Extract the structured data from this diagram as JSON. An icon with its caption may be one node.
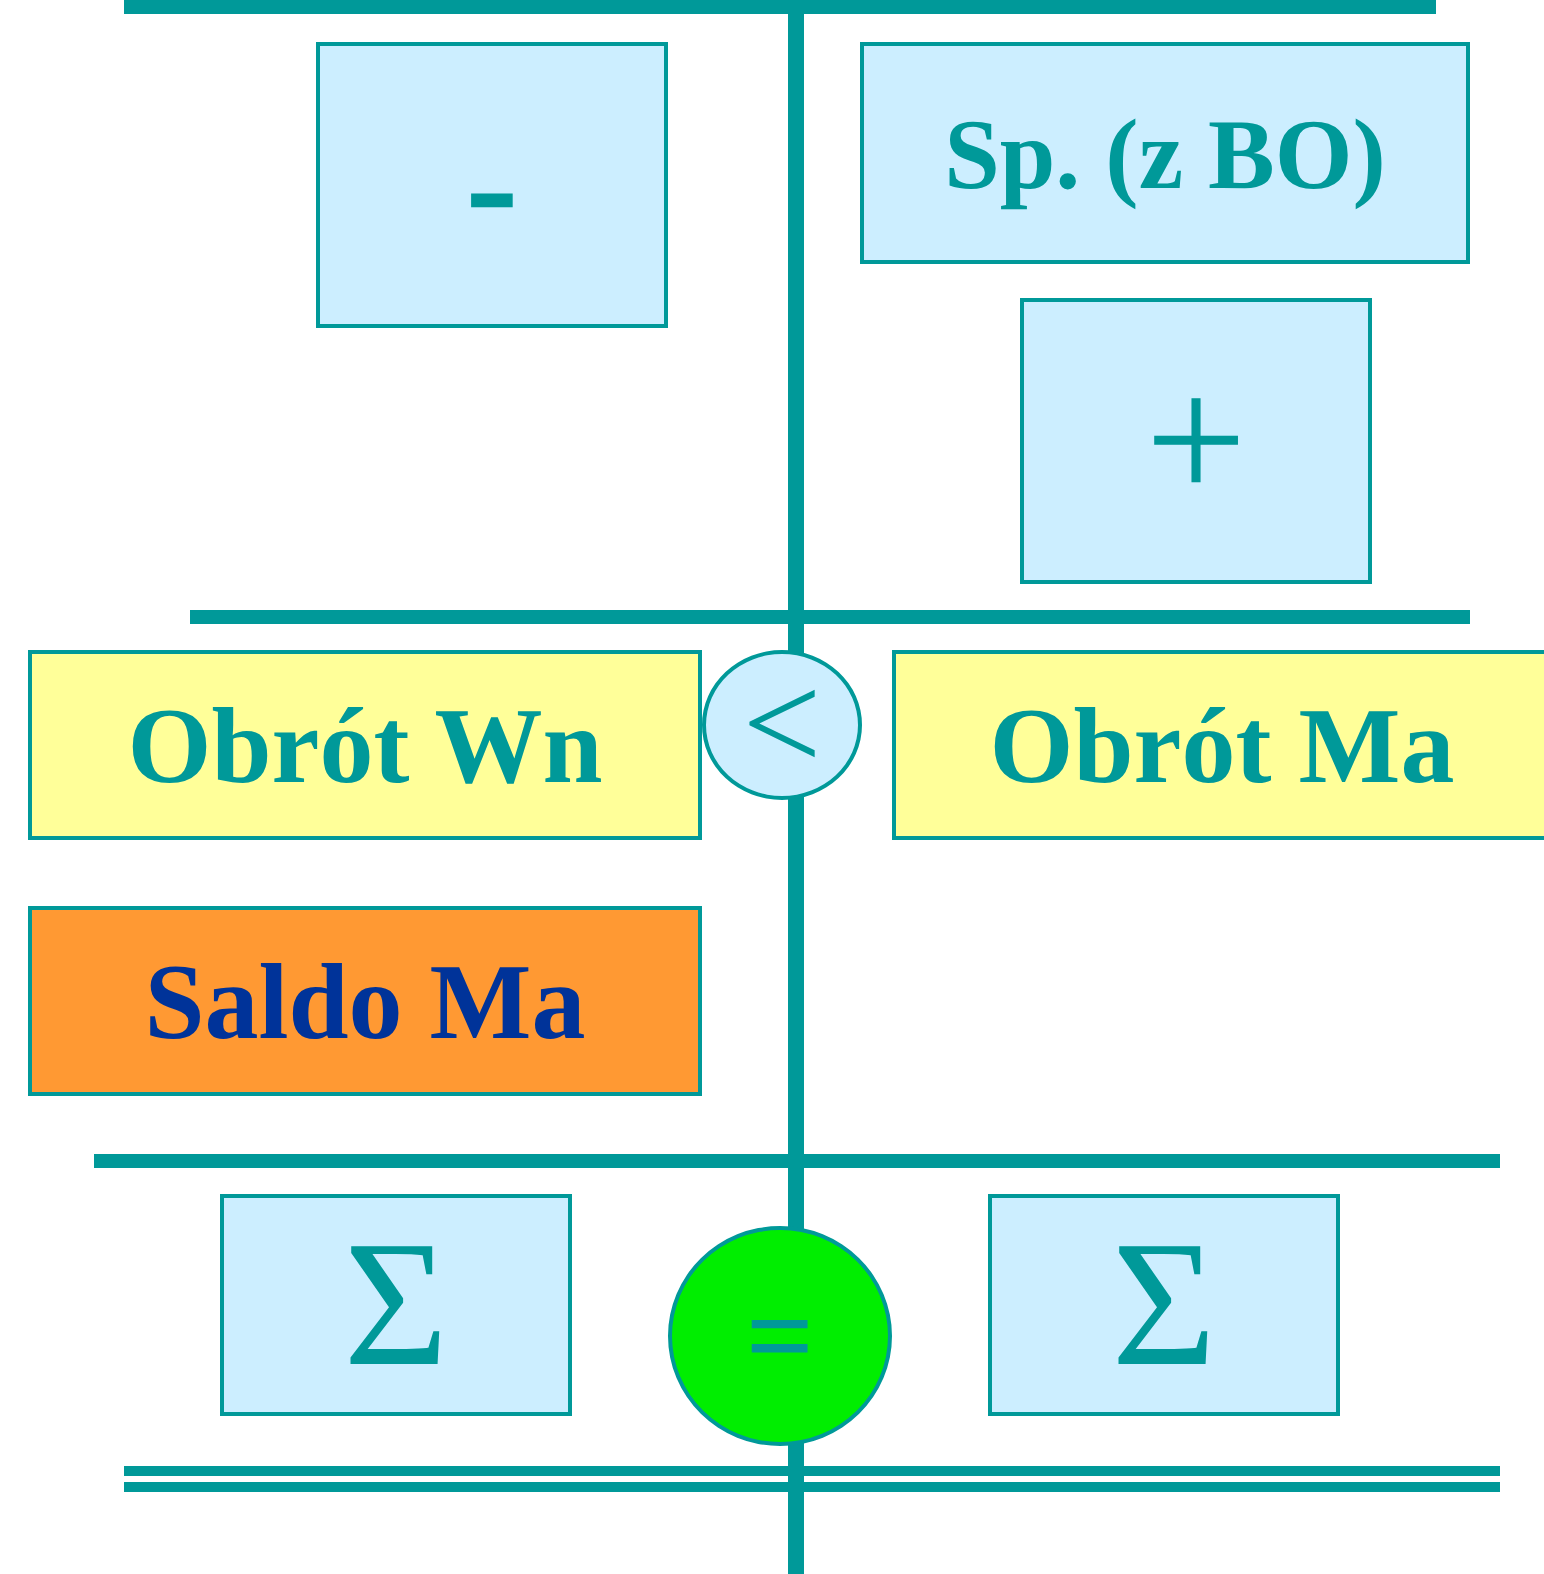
{
  "diagram": {
    "nodes": [
      {
        "text": [
          "-"
        ]
      },
      {
        "text": [
          "Sp. (z BO)"
        ]
      },
      {
        "text": [
          "+"
        ]
      },
      {
        "text": [
          "Obrót Wn"
        ]
      },
      {
        "text": [
          "<"
        ]
      },
      {
        "text": [
          "Obrót Ma"
        ]
      },
      {
        "text": [
          "Saldo Ma"
        ]
      },
      {
        "text": [
          "Σ"
        ]
      },
      {
        "text": [
          "="
        ]
      },
      {
        "text": [
          "Σ"
        ]
      }
    ],
    "edges": []
  }
}
